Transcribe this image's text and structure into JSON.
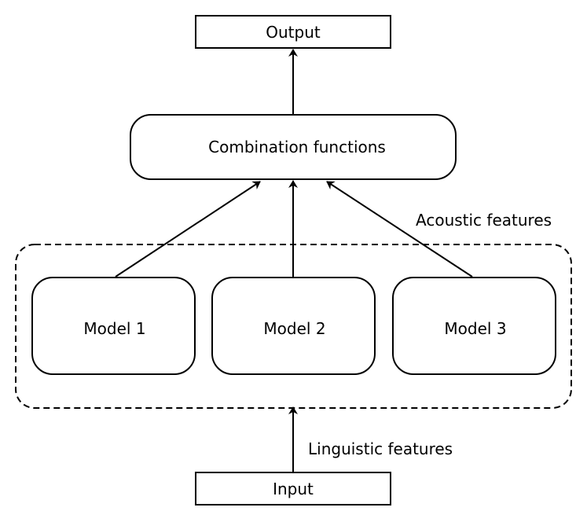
{
  "diagram": {
    "nodes": {
      "output": "Output",
      "combination": "Combination functions",
      "model1": "Model 1",
      "model2": "Model 2",
      "model3": "Model 3",
      "input": "Input"
    },
    "edge_labels": {
      "acoustic": "Acoustic features",
      "linguistic": "Linguistic features"
    },
    "edges": [
      {
        "from": "input",
        "to": "model-group"
      },
      {
        "from": "model1",
        "to": "combination"
      },
      {
        "from": "model2",
        "to": "combination"
      },
      {
        "from": "model3",
        "to": "combination"
      },
      {
        "from": "combination",
        "to": "output"
      }
    ]
  }
}
